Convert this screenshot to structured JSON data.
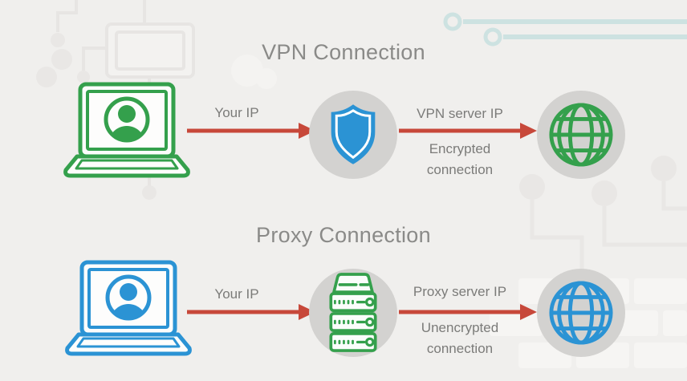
{
  "colors": {
    "background": "#f0efed",
    "green": "#34a04c",
    "blue": "#2b93d4",
    "red": "#c7483a",
    "circle_gray": "#d3d2d0",
    "title_text": "#8a8a88",
    "label_text": "#7b7b79",
    "teal_accent": "#cde2e1",
    "pattern_gray": "#e7e5e3"
  },
  "vpn_section": {
    "title": "VPN Connection",
    "client_label": "Your IP",
    "server_label": "VPN server IP",
    "connection_label_line1": "Encrypted",
    "connection_label_line2": "connection"
  },
  "proxy_section": {
    "title": "Proxy Connection",
    "client_label": "Your IP",
    "server_label": "Proxy server IP",
    "connection_label_line1": "Unencrypted",
    "connection_label_line2": "connection"
  }
}
